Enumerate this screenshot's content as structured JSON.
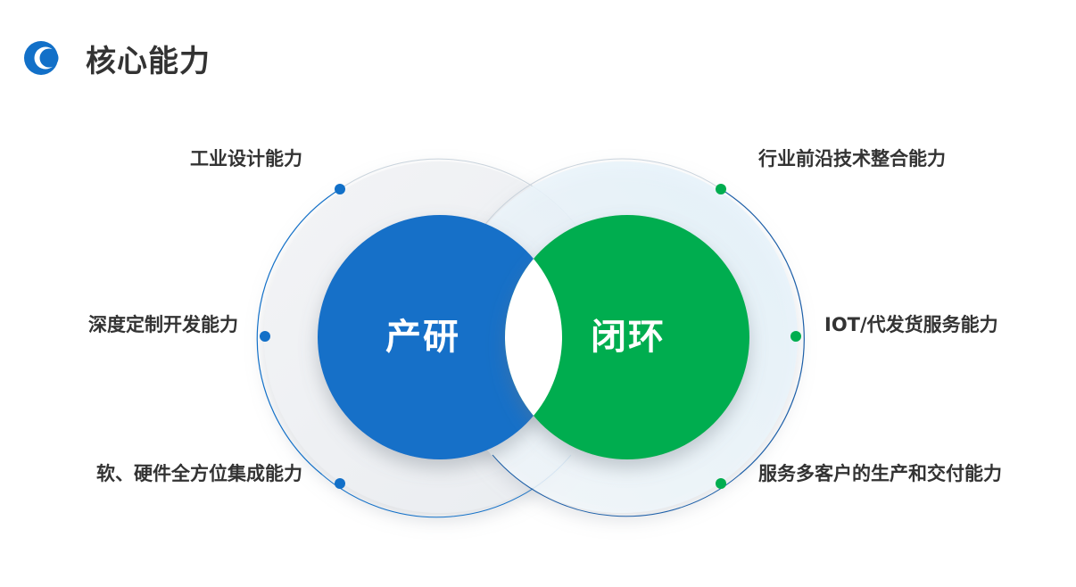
{
  "page": {
    "title": "核心能力",
    "title_icon": "crescent-icon"
  },
  "diagram": {
    "left_core": "产研",
    "right_core": "闭环",
    "left_color": "#1270c8",
    "right_color": "#00ad4f",
    "left_capabilities": [
      "工业设计能力",
      "深度定制开发能力",
      "软、硬件全方位集成能力"
    ],
    "right_capabilities": [
      "行业前沿技术整合能力",
      "IOT/代发货服务能力",
      "服务多客户的生产和交付能力"
    ]
  }
}
